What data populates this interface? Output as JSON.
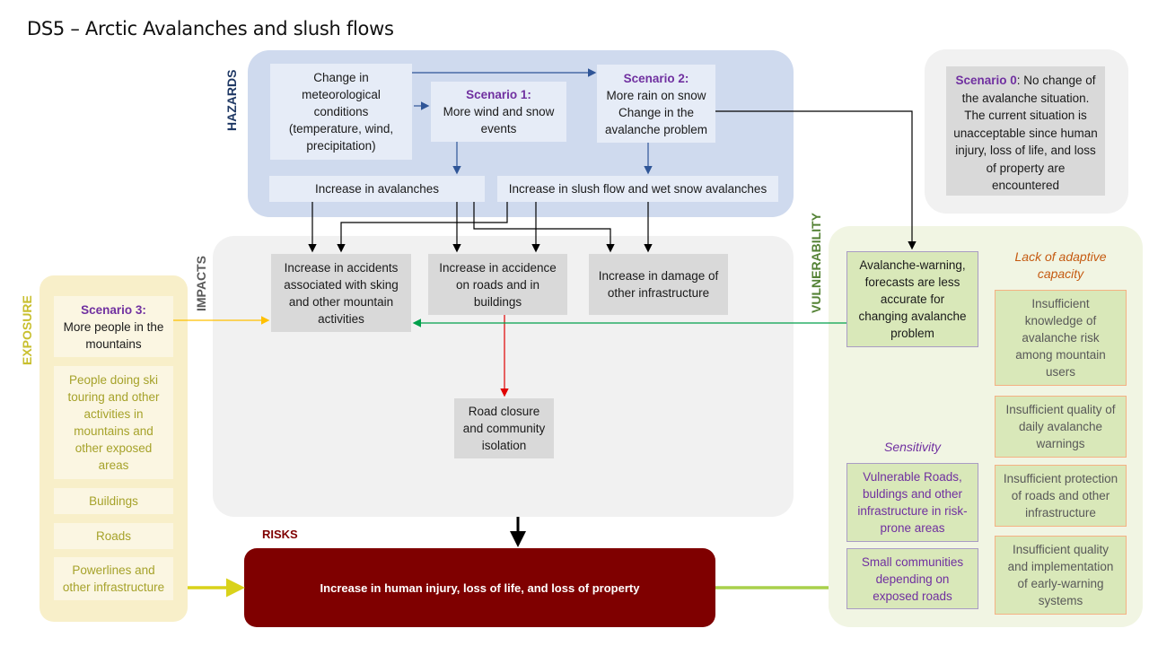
{
  "title": "DS5 – Arctic Avalanches and slush flows",
  "sections": {
    "hazards": "HAZARDS",
    "impacts": "IMPACTS",
    "exposure": "EXPOSURE",
    "vulnerability": "VULNERABILITY",
    "risks": "RISKS"
  },
  "hazards": {
    "met_change": "Change in meteorological conditions (temperature, wind, precipitation)",
    "scenario1": {
      "label": "Scenario 1:",
      "text": "More wind and snow events"
    },
    "scenario2": {
      "label": "Scenario 2:",
      "text1": "More rain on snow",
      "text2": "Change in the avalanche problem"
    },
    "avalanches": "Increase in avalanches",
    "slush": "Increase in slush flow and wet snow avalanches"
  },
  "scenario0": {
    "label": "Scenario 0",
    "text": ": No change of the avalanche situation. The current situation is unacceptable since human injury, loss of life, and loss of property are encountered"
  },
  "impacts": {
    "accidents_skiing": "Increase in accidents associated with sking and other mountain activities",
    "accidence_roads": "Increase in accidence on roads and in buildings",
    "damage_infra": "Increase in damage of other infrastructure",
    "road_closure": "Road closure and community isolation"
  },
  "exposure": {
    "scenario3": {
      "label": "Scenario 3:",
      "text": "More people in the mountains"
    },
    "items": [
      "People doing ski touring and other activities in mountains and other exposed areas",
      "Buildings",
      "Roads",
      "Powerlines and other infrastructure"
    ]
  },
  "vulnerability": {
    "warning": "Avalanche-warning, forecasts are less accurate for changing avalanche problem",
    "sensitivity_heading": "Sensitivity",
    "sensitivity_items": [
      "Vulnerable Roads, buldings and other infrastructure in risk-prone areas",
      "Small communities depending on exposed roads"
    ],
    "adaptive_heading": "Lack of adaptive capacity",
    "adaptive_items": [
      "Insufficient knowledge of avalanche risk among mountain users",
      "Insufficient quality of daily avalanche warnings",
      "Insufficient protection of roads and other infrastructure",
      "Insufficient quality and implementation of early-warning systems"
    ]
  },
  "risks": {
    "text": "Increase in human injury, loss of life, and loss of property"
  },
  "colors": {
    "hazards_panel": "#cfdaee",
    "hazards_box": "#e6ecf7",
    "impacts_panel": "#f1f1f1",
    "impacts_box": "#d9d9d9",
    "exposure_panel": "#f8efc9",
    "exposure_box": "#fbf6e2",
    "exposure_text": "#a6a22a",
    "vulnerability_panel": "#f1f5e3",
    "vuln_box": "#d9e8b9",
    "risk_box": "#7f0000",
    "scenario_purple": "#7030a0"
  }
}
